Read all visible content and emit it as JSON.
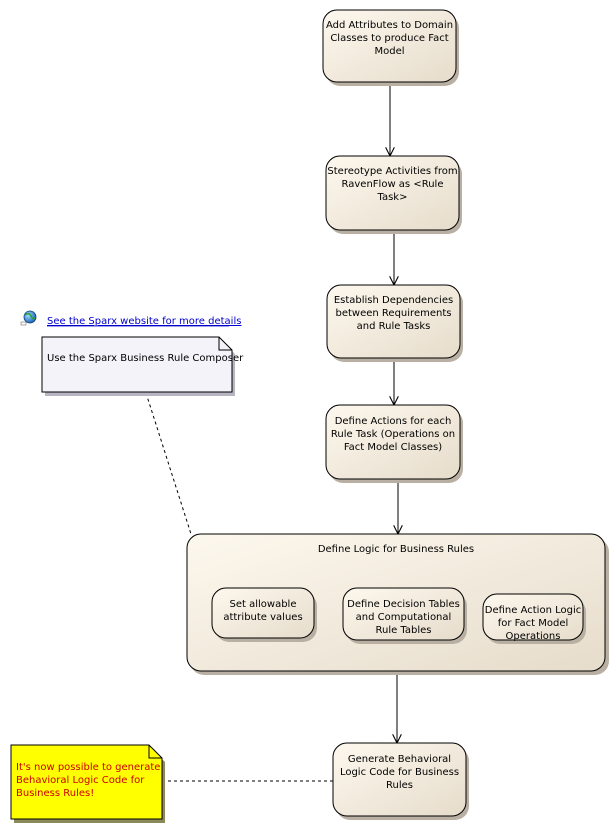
{
  "activities": {
    "add_attributes": "Add Attributes to Domain|Classes to produce Fact|Model",
    "stereotype": "Stereotype Activities from|RavenFlow as <Rule|Task>",
    "establish": "Establish Dependencies|between Requirements|and Rule Tasks",
    "define_actions": "Define Actions for each|Rule Task (Operations on|Fact Model Classes)",
    "define_logic": "Define Logic for Business Rules",
    "allowable": "Set allowable|attribute values",
    "decision_tables": "Define Decision Tables|and Computational|Rule Tables",
    "action_logic": "Define Action Logic|for Fact Model|Operations",
    "generate": "Generate Behavioral|Logic Code for Business|Rules"
  },
  "notes": {
    "sparx_link": "See the Sparx website for more details",
    "composer": "Use the Sparx Business Rule Composer",
    "generate_note": "It's now possible to generate|Behavioral Logic Code for|Business Rules!"
  },
  "colors": {
    "activity_fill_light": "#fdf8ee",
    "activity_fill_dark": "#e6dccb",
    "note_fill": "#f5f3fa",
    "warning_fill": "#ffff00",
    "link": "#0000cc",
    "warning_text": "#cc0000"
  },
  "icons": {
    "link_icon": "globe-icon"
  }
}
